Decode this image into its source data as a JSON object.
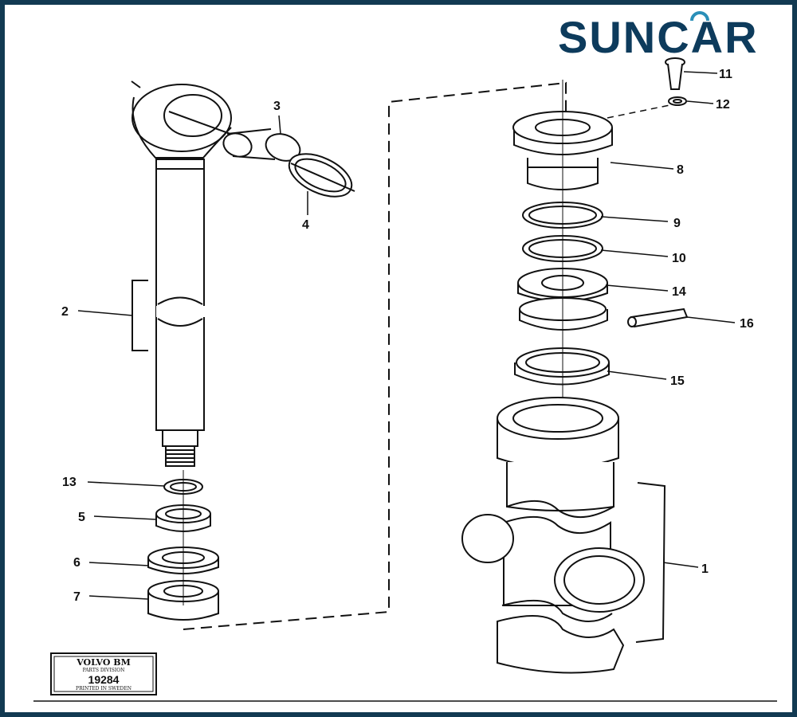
{
  "brand": {
    "logo_text": "SUNCAR",
    "logo_color": "#0d3b5c",
    "logo_accent": "#2a8fb8"
  },
  "frame_color": "#123a52",
  "callouts": {
    "c1": "1",
    "c2": "2",
    "c3": "3",
    "c4": "4",
    "c5": "5",
    "c6": "6",
    "c7": "7",
    "c8": "8",
    "c9": "9",
    "c10": "10",
    "c11": "11",
    "c12": "12",
    "c13": "13",
    "c14": "14",
    "c15": "15",
    "c16": "16"
  },
  "stamp": {
    "line1": "VOLVO BM",
    "line2": "PARTS DIVISION",
    "number": "19284",
    "line3": "PRINTED IN SWEDEN"
  }
}
